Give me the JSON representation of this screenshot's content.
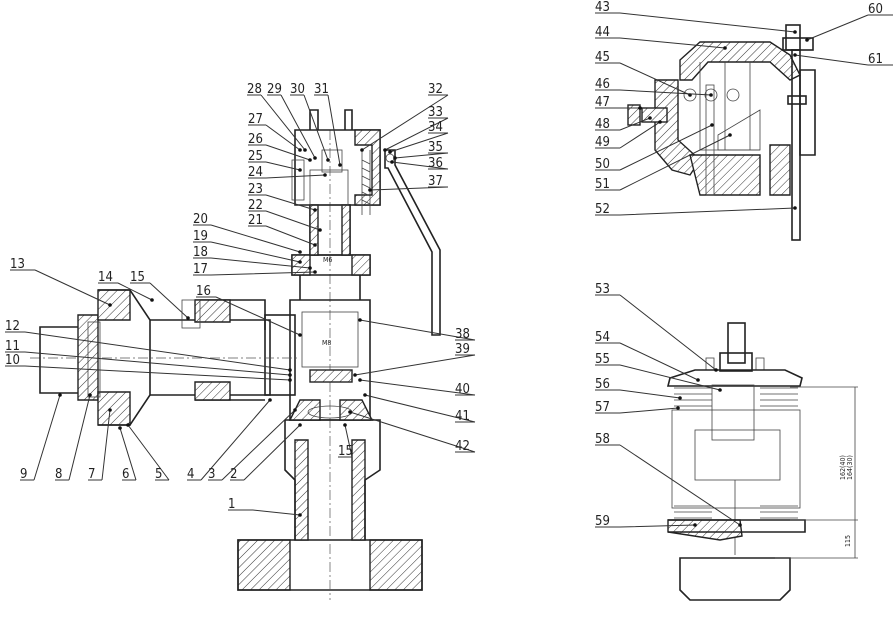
{
  "main_view": {
    "labels": [
      "1",
      "2",
      "3",
      "4",
      "5",
      "6",
      "7",
      "8",
      "9",
      "10",
      "11",
      "12",
      "13",
      "14",
      "15",
      "15",
      "16",
      "17",
      "18",
      "19",
      "20",
      "21",
      "22",
      "23",
      "24",
      "25",
      "26",
      "27",
      "28",
      "29",
      "30",
      "31",
      "32",
      "33",
      "34",
      "35",
      "36",
      "37",
      "38",
      "39",
      "40",
      "41",
      "42"
    ],
    "internal_text": [
      "M8",
      "M6"
    ]
  },
  "lever_view": {
    "labels": [
      "43",
      "44",
      "45",
      "46",
      "47",
      "48",
      "49",
      "50",
      "51",
      "52",
      "60",
      "61"
    ]
  },
  "spring_view": {
    "labels": [
      "53",
      "54",
      "55",
      "56",
      "57",
      "58",
      "59"
    ],
    "dimensions": [
      "162(40)",
      "164(30)",
      "115"
    ]
  }
}
